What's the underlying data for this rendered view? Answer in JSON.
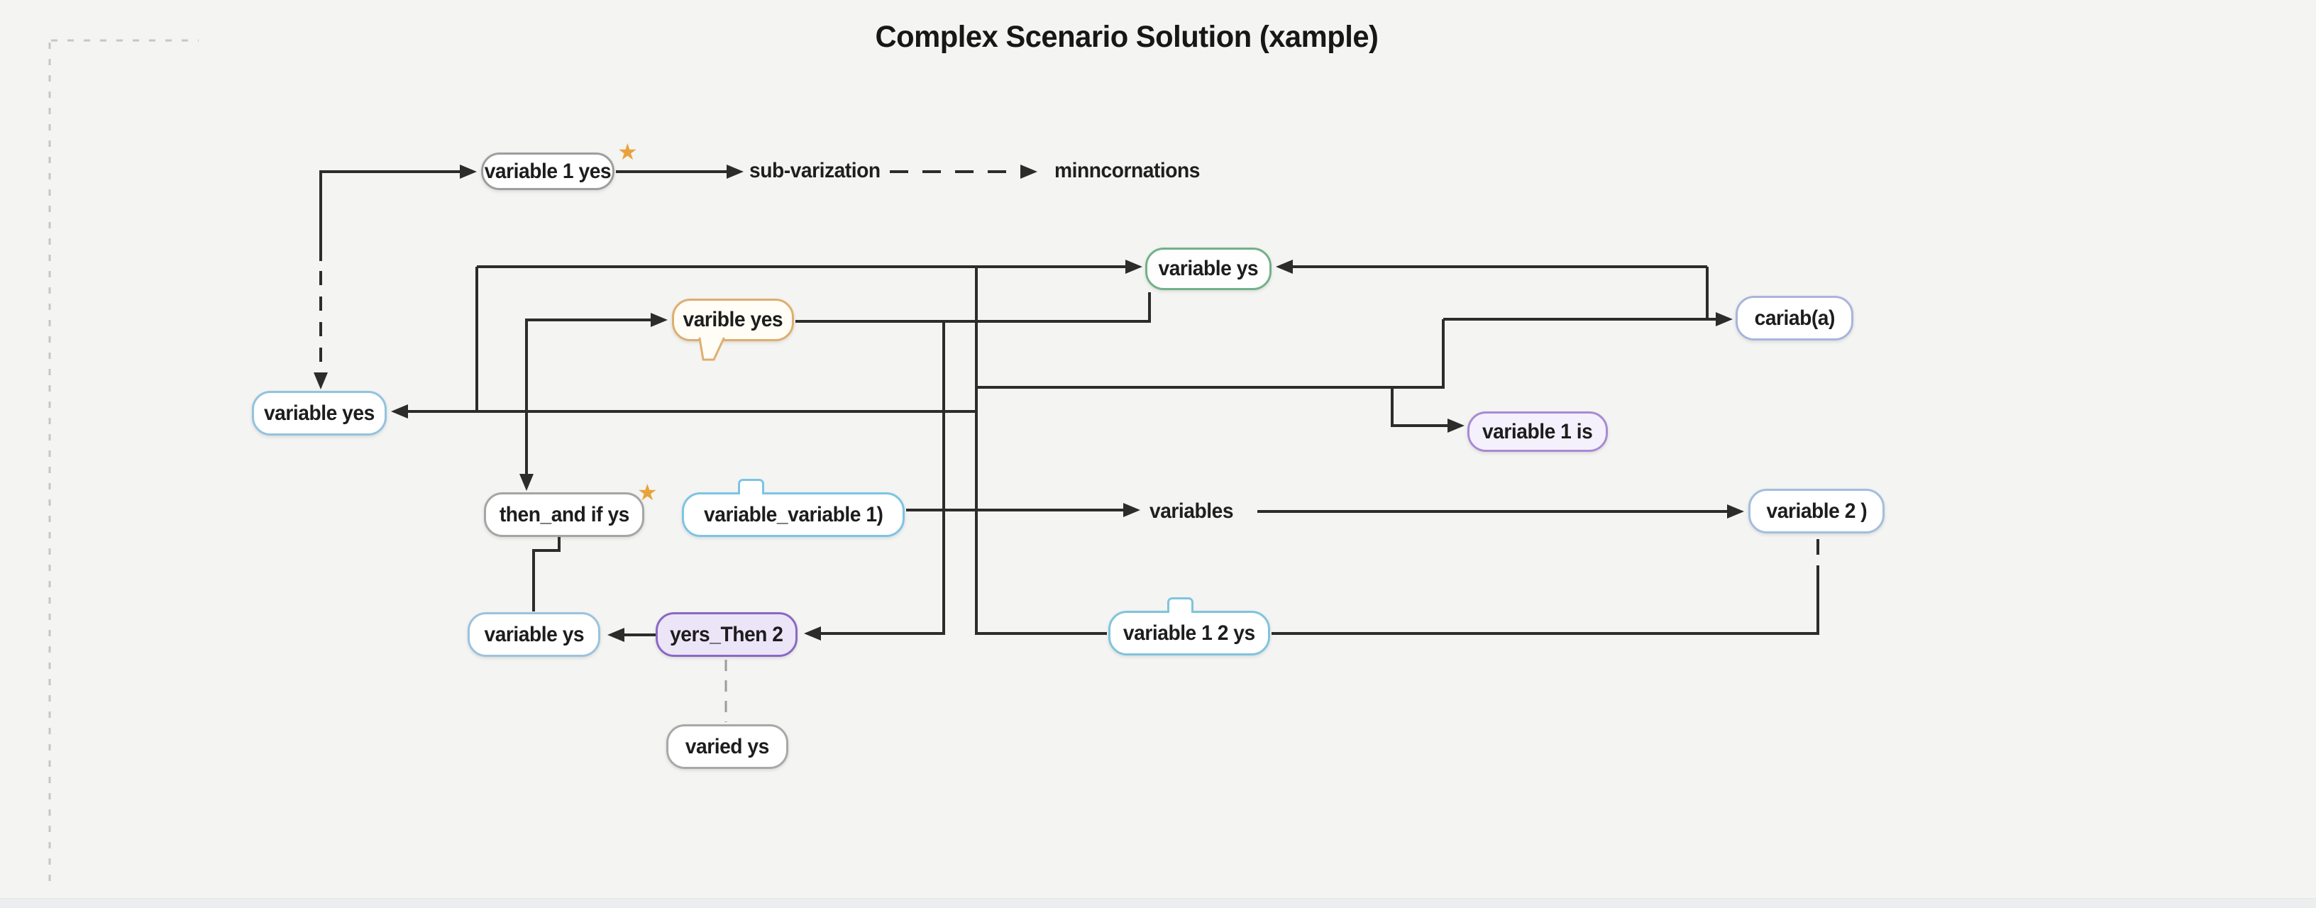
{
  "title": "Complex Scenario Solution (xample)",
  "icons": {
    "star": "★"
  },
  "colors": {
    "background": "#f4f4f2",
    "edge": "#2c2c2c",
    "guide_dash": "#c6c6c6",
    "star": "#e9a23b",
    "border_gray": "#9e9e9e",
    "border_green": "#71b189",
    "border_orange": "#dfae6f",
    "border_periwinkle": "#aab4dd",
    "border_lightblue": "#92c3de",
    "border_purple_light": "#a78bd4",
    "border_sky": "#7cc4e4",
    "border_steelblue": "#a2bedd",
    "border_deep_purple": "#8a68c4",
    "fill_lavender": "#ece5f8",
    "fill_purple_tint": "#f5f1fc",
    "fill_cream": "#fffdf6"
  },
  "nodes": {
    "variable_1_yes": {
      "label": "variable 1 yes"
    },
    "variable_ys_green": {
      "label": "variable ys"
    },
    "varible_yes_bubble": {
      "label": "varible yes"
    },
    "cariab_a": {
      "label": "cariab(a)"
    },
    "variable_yes_left": {
      "label": "variable yes"
    },
    "variable_1_is": {
      "label": "variable 1 is"
    },
    "then_and_if_ys": {
      "label": "then_and if ys"
    },
    "variable_variable_1": {
      "label": "variable_variable 1)"
    },
    "variable_2": {
      "label": "variable 2 )"
    },
    "variable_ys_bottom": {
      "label": "variable ys"
    },
    "yers_then_2": {
      "label": "yers_Then 2"
    },
    "variable_1_2_ys": {
      "label": "variable 1 2 ys"
    },
    "varied_ys": {
      "label": "varied ys"
    }
  },
  "floating_labels": {
    "sub_varization": "sub-varization",
    "minncornations": "minncornations",
    "variables": "variables"
  },
  "edges": [
    {
      "from": "left-elbow",
      "to": "variable 1 yes",
      "style": "solid",
      "arrow": true
    },
    {
      "from": "variable 1 yes",
      "to": "sub-varization",
      "style": "solid",
      "arrow": true
    },
    {
      "from": "sub-varization",
      "to": "minncornations",
      "style": "dashed",
      "arrow": true
    },
    {
      "from": "left-elbow",
      "to": "variable yes (left)",
      "style": "dashed",
      "arrow": true
    },
    {
      "from": "junction-left",
      "to": "variable ys (green)",
      "style": "solid",
      "arrow": true
    },
    {
      "from": "junction-right",
      "to": "variable ys (green)",
      "style": "solid",
      "arrow": true
    },
    {
      "from": "junction-right",
      "to": "cariab(a)",
      "style": "solid",
      "arrow": true
    },
    {
      "from": "junction-mid",
      "to": "variable yes (left)",
      "style": "solid",
      "arrow": true
    },
    {
      "from": "junction-mid",
      "to": "variable 1 is",
      "style": "solid",
      "arrow": true
    },
    {
      "from": "junction-left",
      "to": "varible yes",
      "style": "solid",
      "arrow": true
    },
    {
      "from": "junction-left",
      "to": "then_and if ys",
      "style": "solid",
      "arrow": true
    },
    {
      "from": "varible yes",
      "to": "variable ys (green)",
      "style": "solid",
      "arrow": false
    },
    {
      "from": "then_and if ys",
      "to": "variable ys (bottom)",
      "style": "solid",
      "arrow": false
    },
    {
      "from": "variable_variable 1)",
      "to": "variables",
      "style": "solid",
      "arrow": true
    },
    {
      "from": "variables",
      "to": "variable 2 )",
      "style": "solid",
      "arrow": true
    },
    {
      "from": "junction-mid",
      "to": "yers_Then 2",
      "style": "solid",
      "arrow": true
    },
    {
      "from": "junction-mid",
      "to": "variable 1 2 ys",
      "style": "solid",
      "arrow": false
    },
    {
      "from": "variable 2 )",
      "to": "variable 1 2 ys",
      "style": "solid",
      "arrow": false
    },
    {
      "from": "yers_Then 2",
      "to": "variable ys (bottom)",
      "style": "solid",
      "arrow": true
    },
    {
      "from": "yers_Then 2",
      "to": "varied ys",
      "style": "dashed-gray",
      "arrow": false
    }
  ]
}
